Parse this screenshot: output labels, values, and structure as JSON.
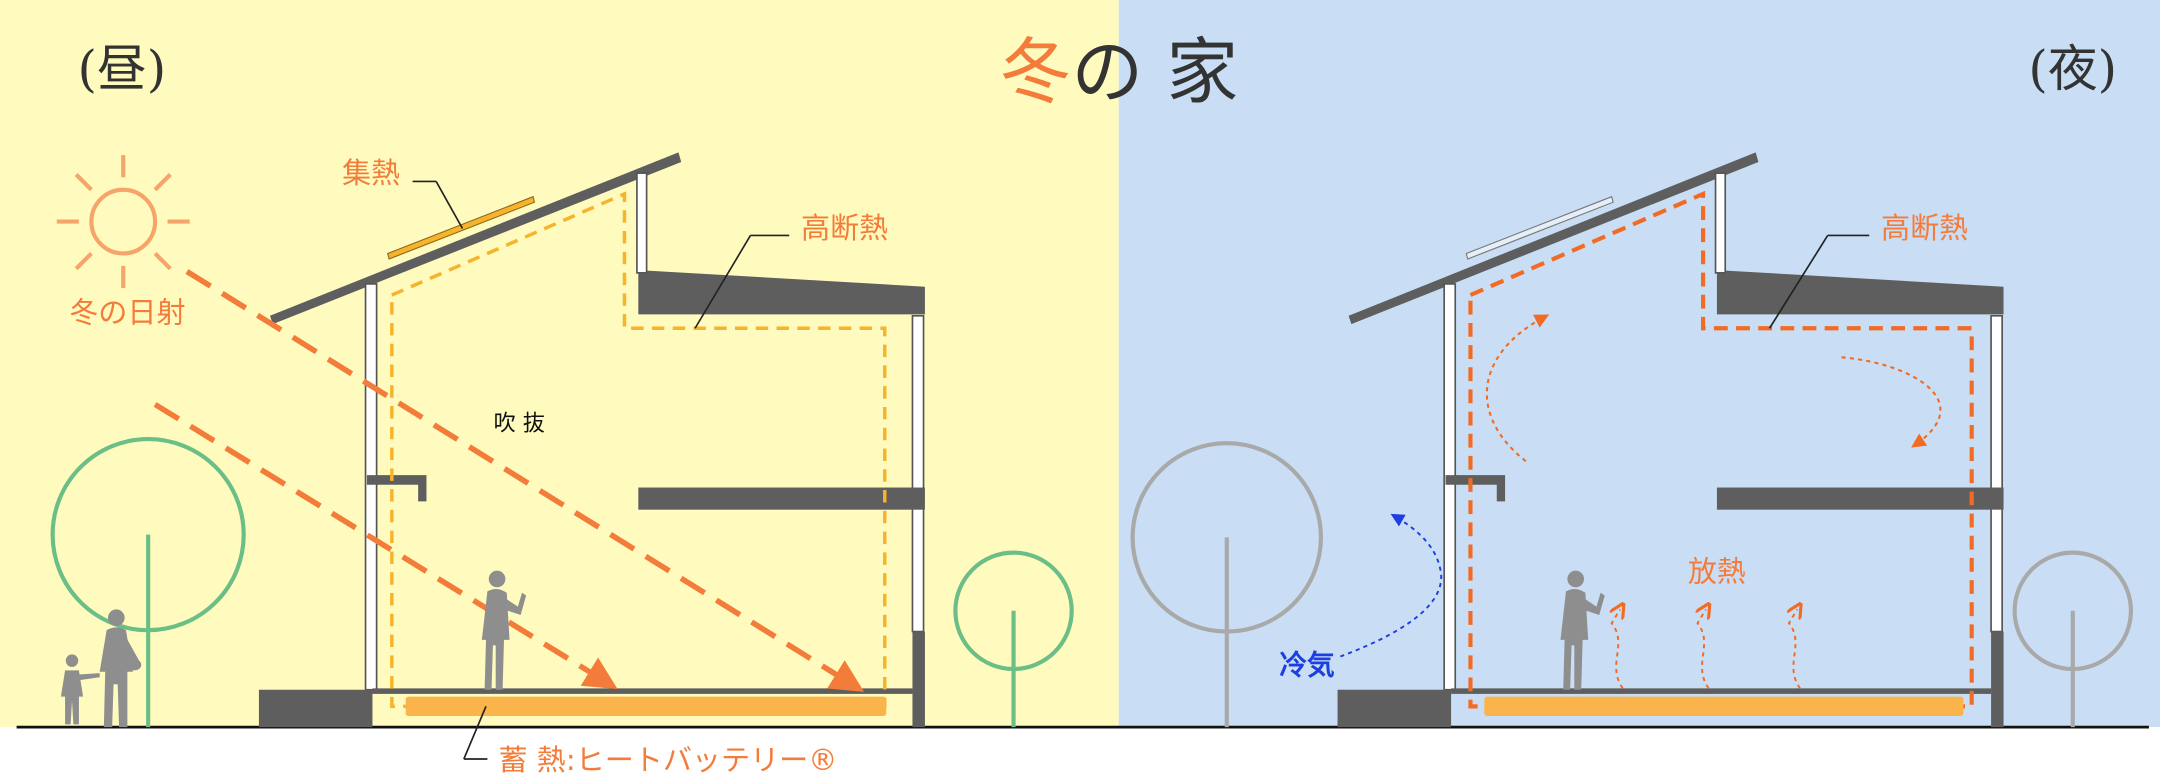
{
  "title": {
    "part1": "冬",
    "part2": "の 家"
  },
  "day_label": "(昼)",
  "night_label": "(夜)",
  "labels": {
    "collect_heat": "集熱",
    "winter_sun": "冬の日射",
    "high_insulation_day": "高断熱",
    "high_insulation_night": "高断熱",
    "atrium": "吹 抜",
    "heat_storage": "蓄 熱:ヒートバッテリー®",
    "heat_release": "放熱",
    "cold_air": "冷気"
  },
  "colors": {
    "day_bg": "#FFFBBE",
    "night_bg": "#C9DEF5",
    "accent_orange": "#F37C3A",
    "dashed_day": "#F7B32B",
    "dashed_night": "#F26B24",
    "battery": "#FBB44B",
    "wall": "#5E5E5E",
    "tree_day": "#6BBF86",
    "tree_night": "#A9A9A9",
    "moon": "#7B7FD6",
    "cold_air": "#1E3FE0"
  }
}
